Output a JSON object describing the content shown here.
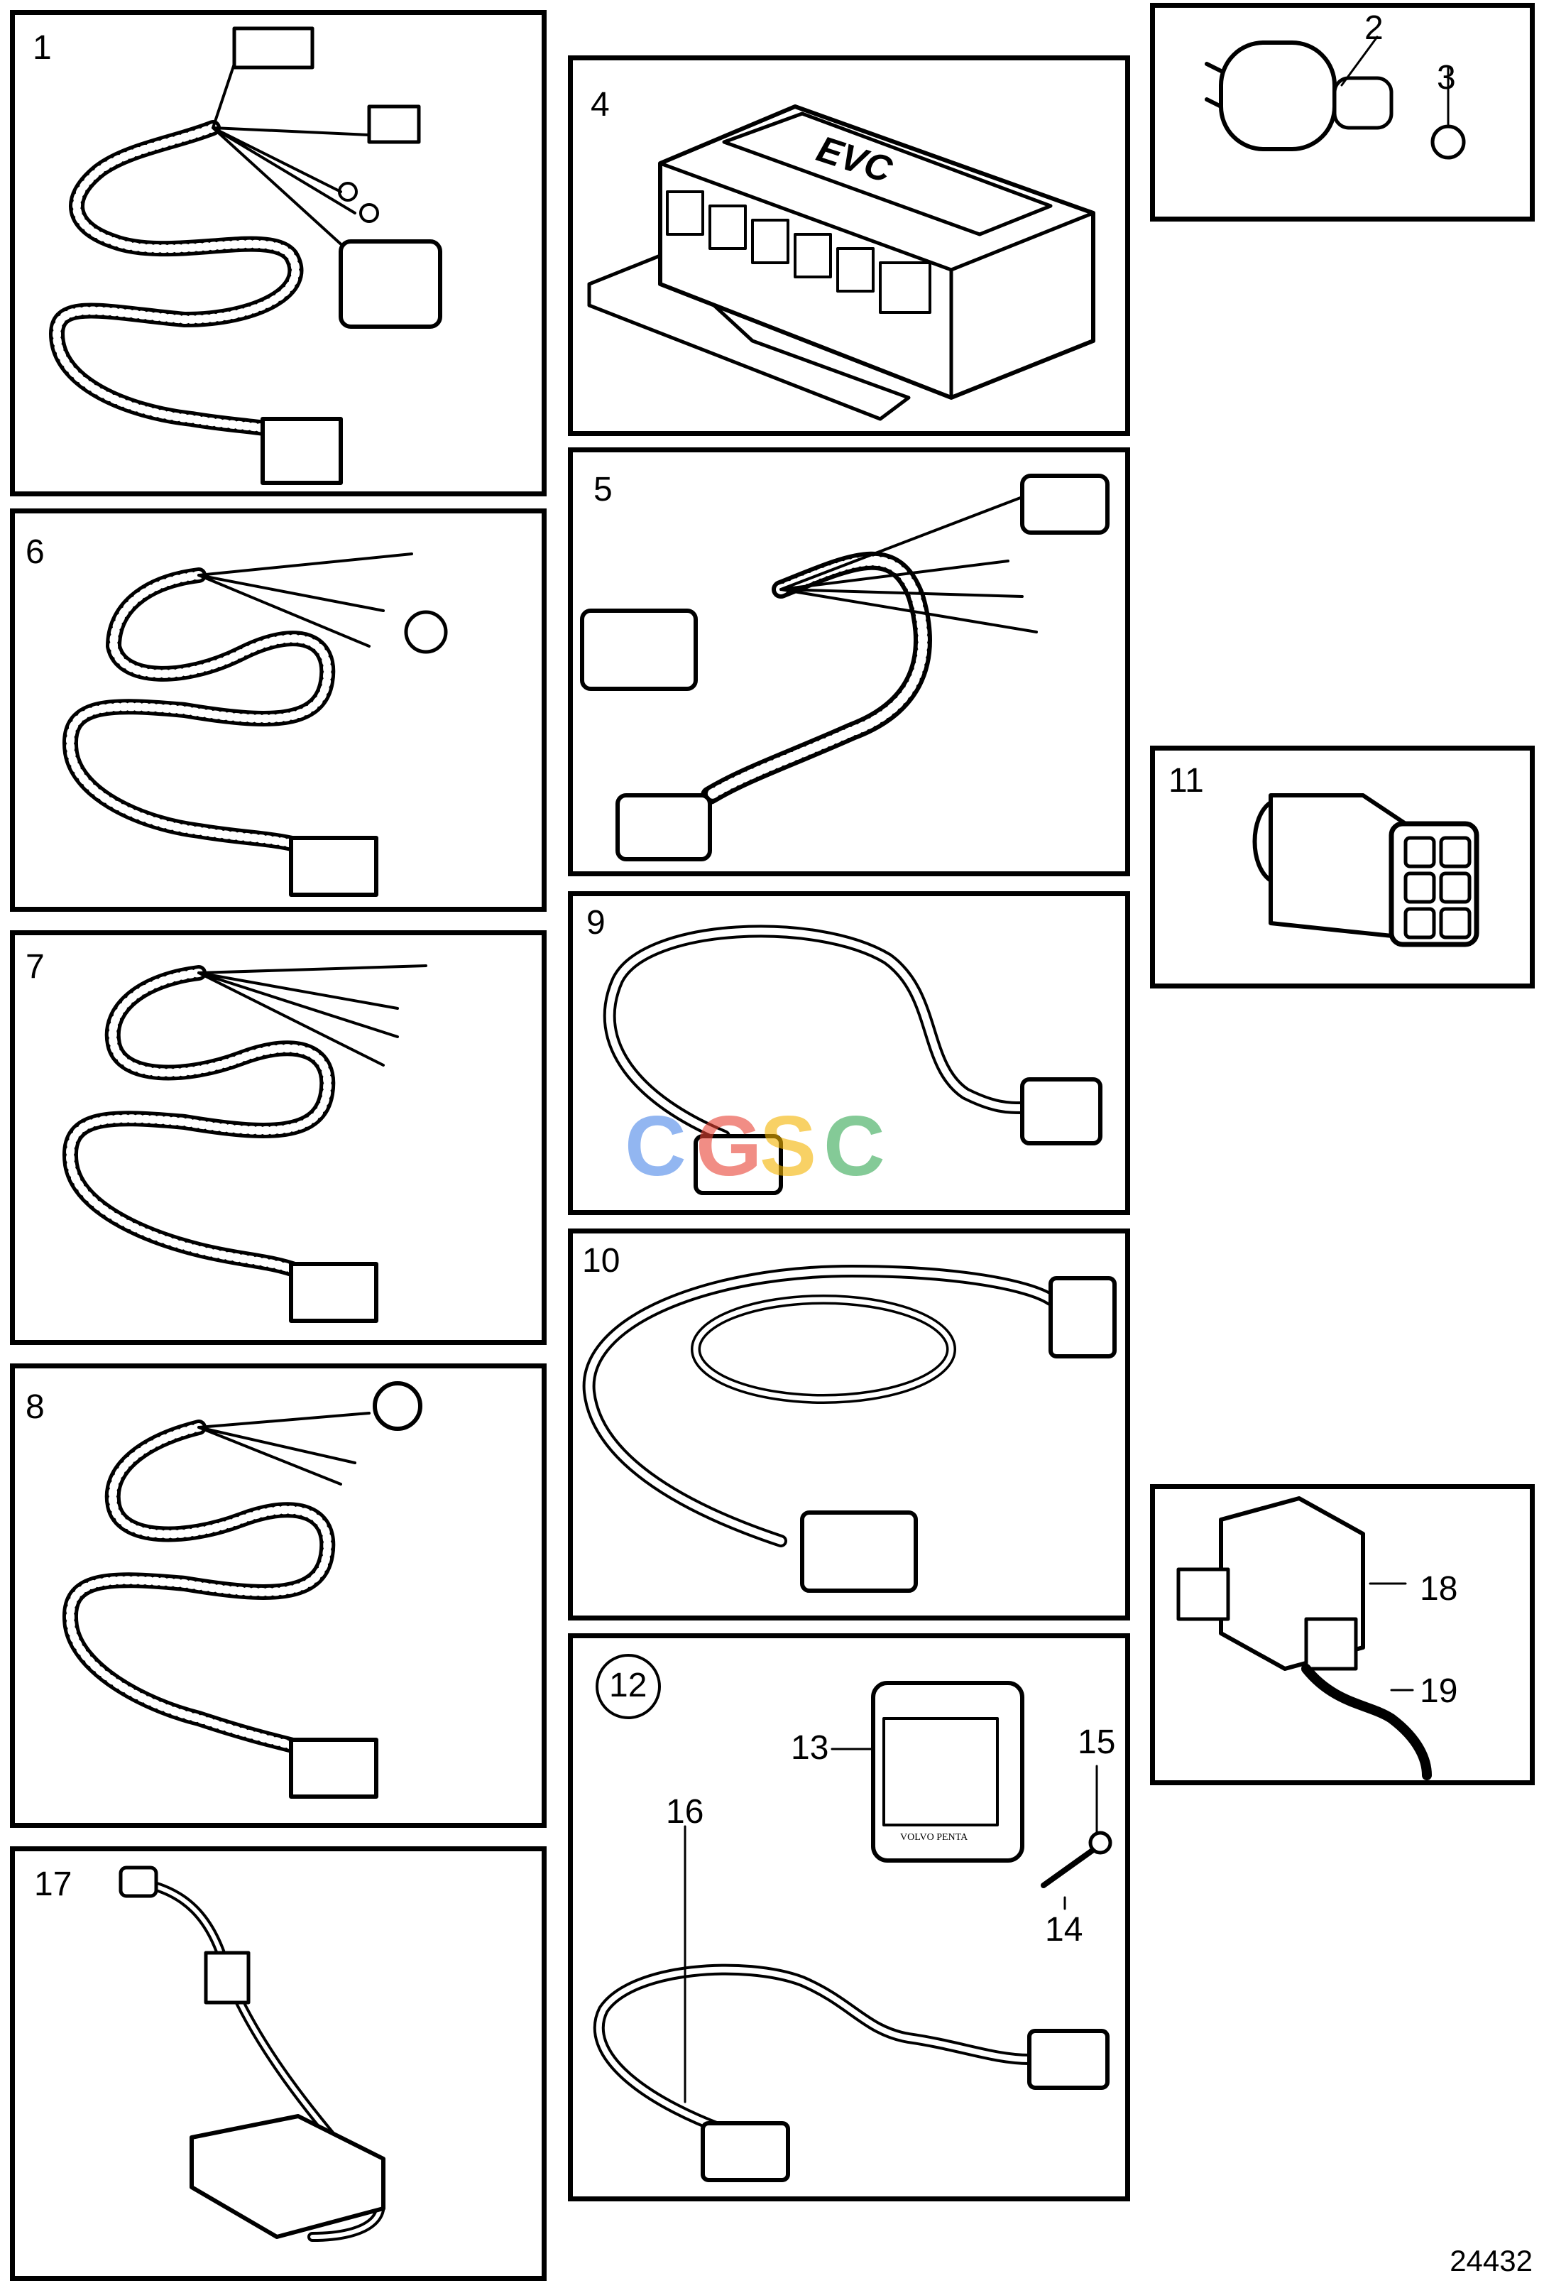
{
  "panels": [
    {
      "id": "p1",
      "label": "1"
    },
    {
      "id": "p4",
      "label": "4"
    },
    {
      "id": "p2",
      "label": "2",
      "sub": "3"
    },
    {
      "id": "p6",
      "label": "6"
    },
    {
      "id": "p5",
      "label": "5"
    },
    {
      "id": "p11",
      "label": "11"
    },
    {
      "id": "p7",
      "label": "7"
    },
    {
      "id": "p9",
      "label": "9"
    },
    {
      "id": "p8",
      "label": "8"
    },
    {
      "id": "p10",
      "label": "10"
    },
    {
      "id": "p18",
      "label": "18",
      "sub": "19"
    },
    {
      "id": "p17",
      "label": "17"
    },
    {
      "id": "p12",
      "label": "12",
      "c13": "13",
      "c14": "14",
      "c15": "15",
      "c16": "16"
    }
  ],
  "watermark": {
    "c1": "C",
    "c2": "G",
    "c3": "S",
    "c4": "C"
  },
  "figure_id": "24432",
  "evc_text": "EVC",
  "display_brand": "VOLVO PENTA"
}
